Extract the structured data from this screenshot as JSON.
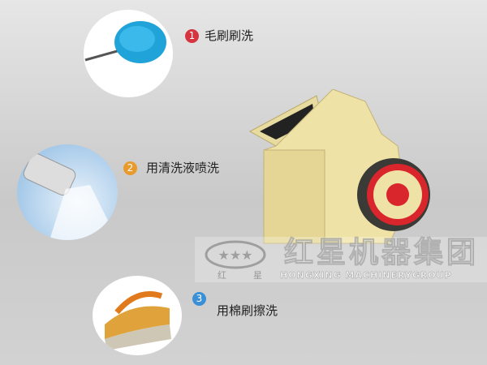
{
  "steps": [
    {
      "number": "1",
      "label": "毛刷刷洗",
      "color": "#d6343e",
      "icon": "feather-duster-icon"
    },
    {
      "number": "2",
      "label": "用清洗液喷洗",
      "color": "#e99a2c",
      "icon": "water-spray-icon"
    },
    {
      "number": "3",
      "label": "用棉刷擦洗",
      "color": "#3a8fd6",
      "icon": "scrub-brush-icon"
    }
  ],
  "watermark": {
    "cn": "红星机器集团",
    "en": "HONGXING MACHINERYGROUP",
    "small_left": "红",
    "small_right": "星"
  },
  "machine": {
    "icon": "impact-crusher-image",
    "body_color": "#efe2a6",
    "wheel_color": "#d8262c"
  }
}
